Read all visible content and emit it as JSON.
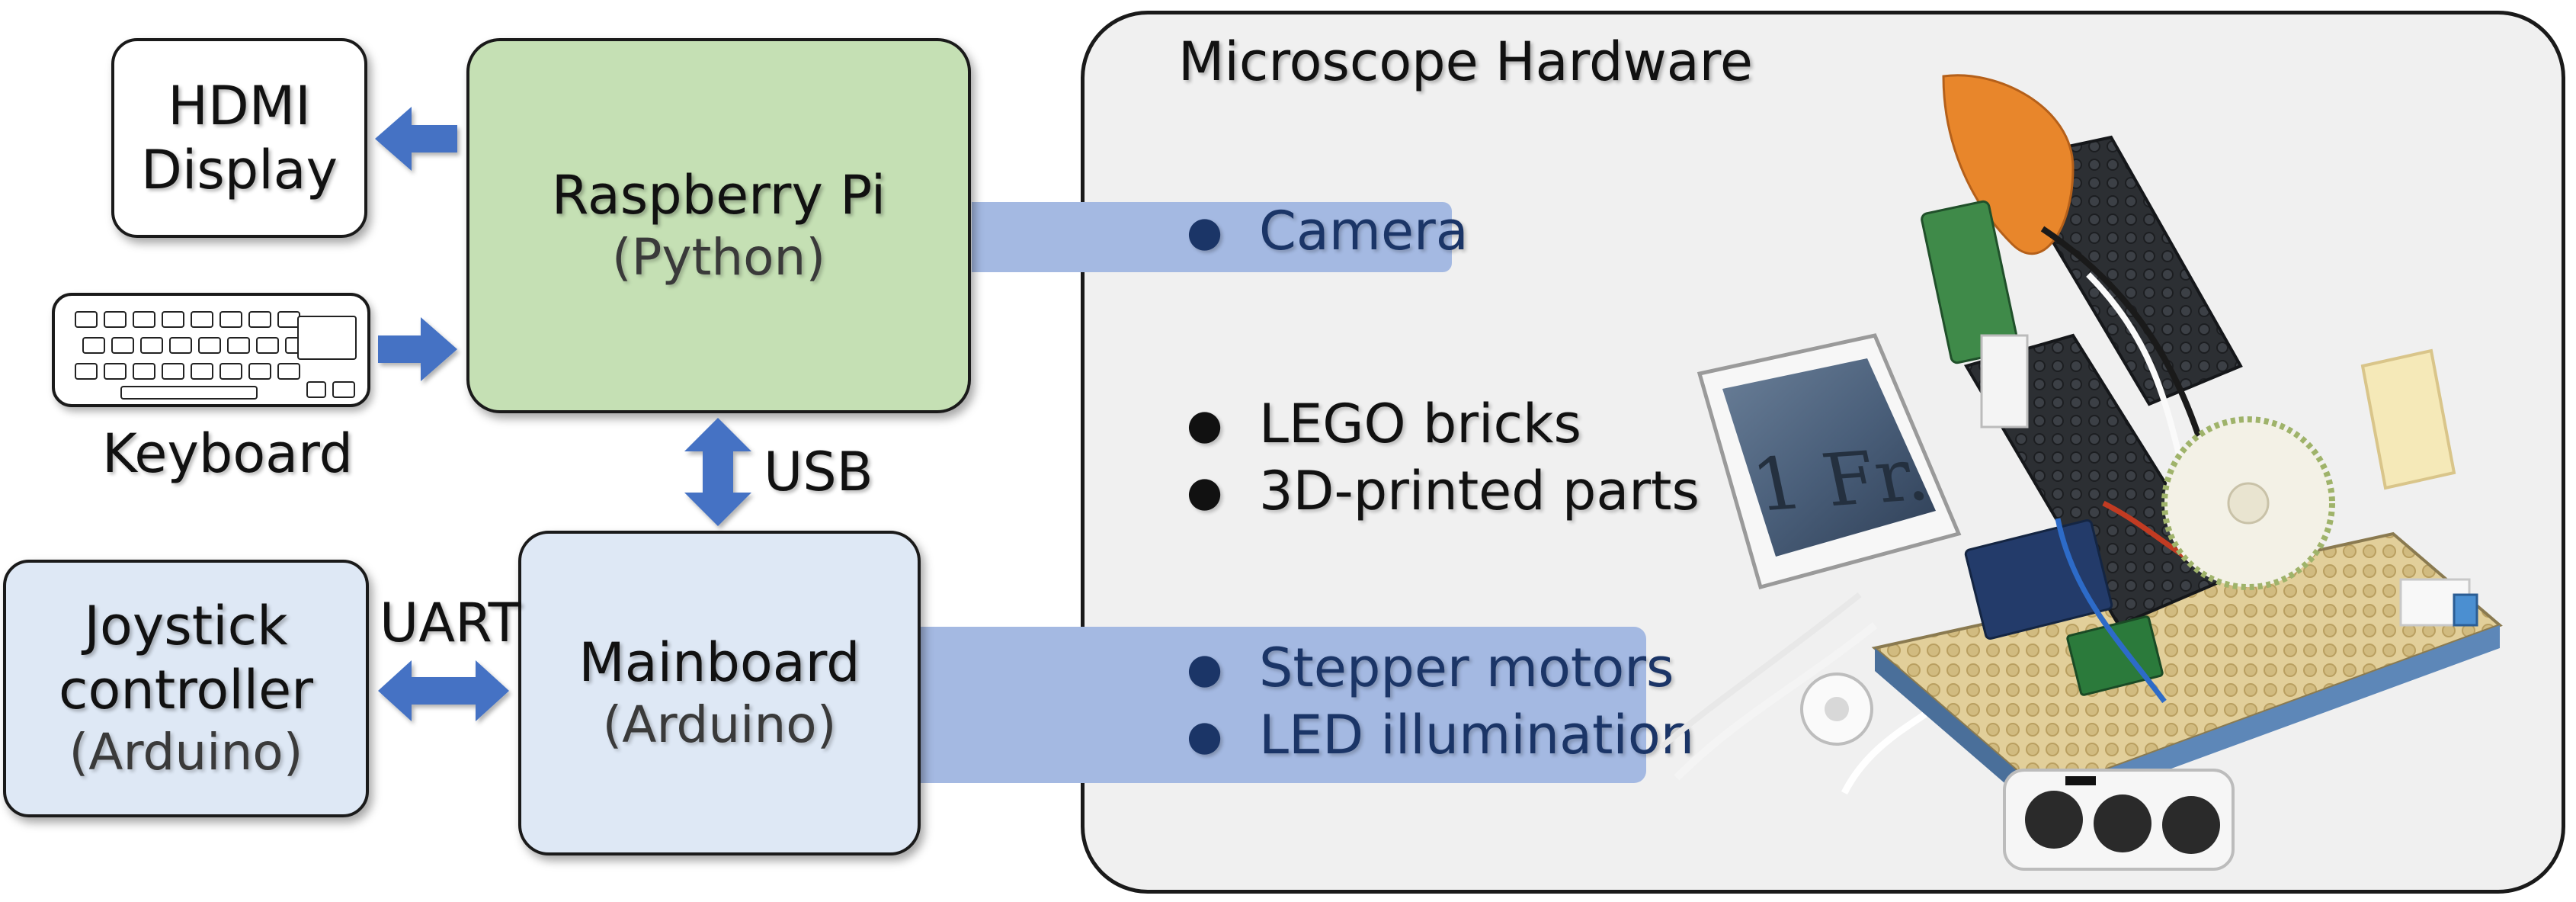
{
  "hdmi_display": {
    "line1": "HDMI",
    "line2": "Display"
  },
  "keyboard": {
    "label": "Keyboard"
  },
  "raspberry_pi": {
    "title": "Raspberry Pi",
    "subtitle": "(Python)"
  },
  "usb_label": "USB",
  "uart_label": "UART",
  "joystick": {
    "line1": "Joystick",
    "line2": "controller",
    "line3": "(Arduino)"
  },
  "mainboard": {
    "title": "Mainboard",
    "subtitle": "(Arduino)"
  },
  "hardware": {
    "title": "Microscope Hardware",
    "camera": "Camera",
    "lego": "LEGO bricks",
    "printed": "3D-printed parts",
    "steppers": "Stepper motors",
    "led": "LED illumination",
    "photo_overlay": "1 Fr."
  },
  "colors": {
    "rpi_fill": "#c5e0b4",
    "arduino_fill": "#dee8f5",
    "hardware_fill": "#f0f0f0",
    "band": "#a4b9e2",
    "arrow": "#4472c4",
    "bullet_blue": "#1b3567"
  }
}
